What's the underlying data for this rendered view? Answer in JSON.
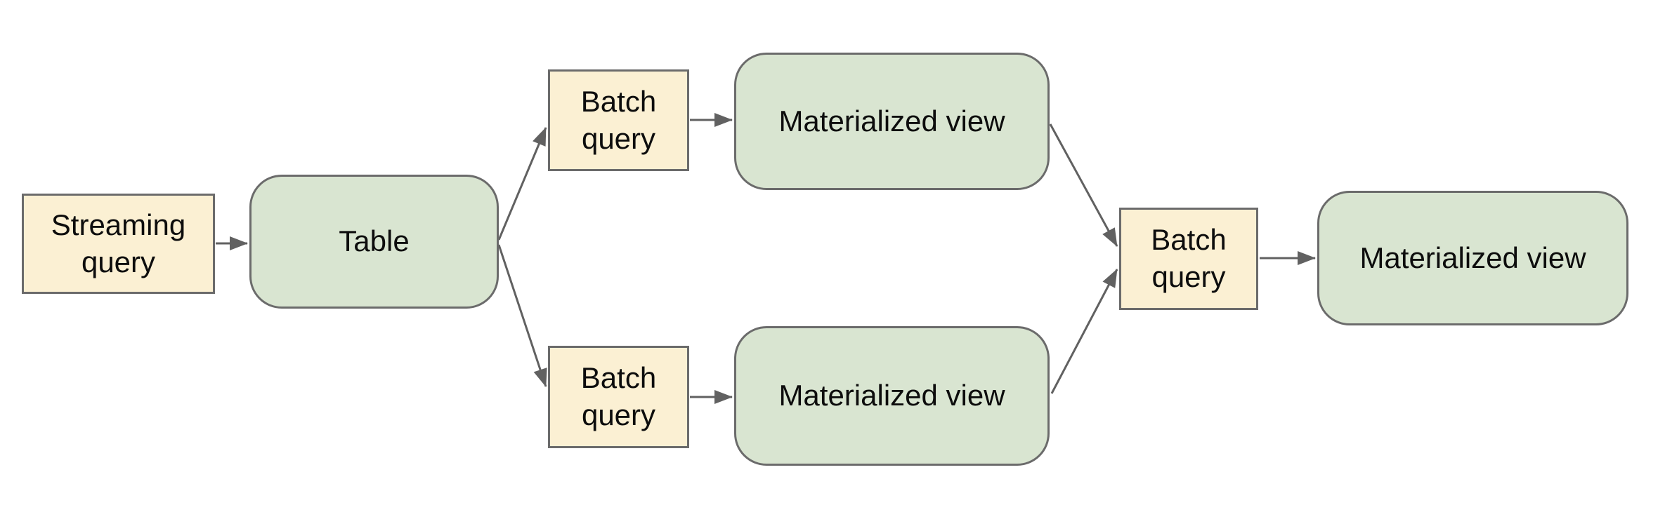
{
  "diagram": {
    "colors": {
      "background": "#FFFFFF",
      "query_node_fill": "#FBF0D3",
      "entity_node_fill": "#D9E5D1",
      "node_border": "#6B6B6B",
      "connector": "#616161",
      "text": "#0D0D0D"
    },
    "nodes": [
      {
        "id": "streaming-query",
        "type": "query",
        "label": "Streaming query"
      },
      {
        "id": "table",
        "type": "entity",
        "label": "Table"
      },
      {
        "id": "batch-query-top",
        "type": "query",
        "label": "Batch query"
      },
      {
        "id": "materialized-view-top",
        "type": "entity",
        "label": "Materialized view"
      },
      {
        "id": "batch-query-bottom",
        "type": "query",
        "label": "Batch query"
      },
      {
        "id": "materialized-view-bottom",
        "type": "entity",
        "label": "Materialized view"
      },
      {
        "id": "batch-query-right",
        "type": "query",
        "label": "Batch query"
      },
      {
        "id": "materialized-view-final",
        "type": "entity",
        "label": "Materialized view"
      }
    ],
    "edges": [
      {
        "from": "streaming-query",
        "to": "table"
      },
      {
        "from": "table",
        "to": "batch-query-top"
      },
      {
        "from": "table",
        "to": "batch-query-bottom"
      },
      {
        "from": "batch-query-top",
        "to": "materialized-view-top"
      },
      {
        "from": "batch-query-bottom",
        "to": "materialized-view-bottom"
      },
      {
        "from": "materialized-view-top",
        "to": "batch-query-right"
      },
      {
        "from": "materialized-view-bottom",
        "to": "batch-query-right"
      },
      {
        "from": "batch-query-right",
        "to": "materialized-view-final"
      }
    ]
  }
}
